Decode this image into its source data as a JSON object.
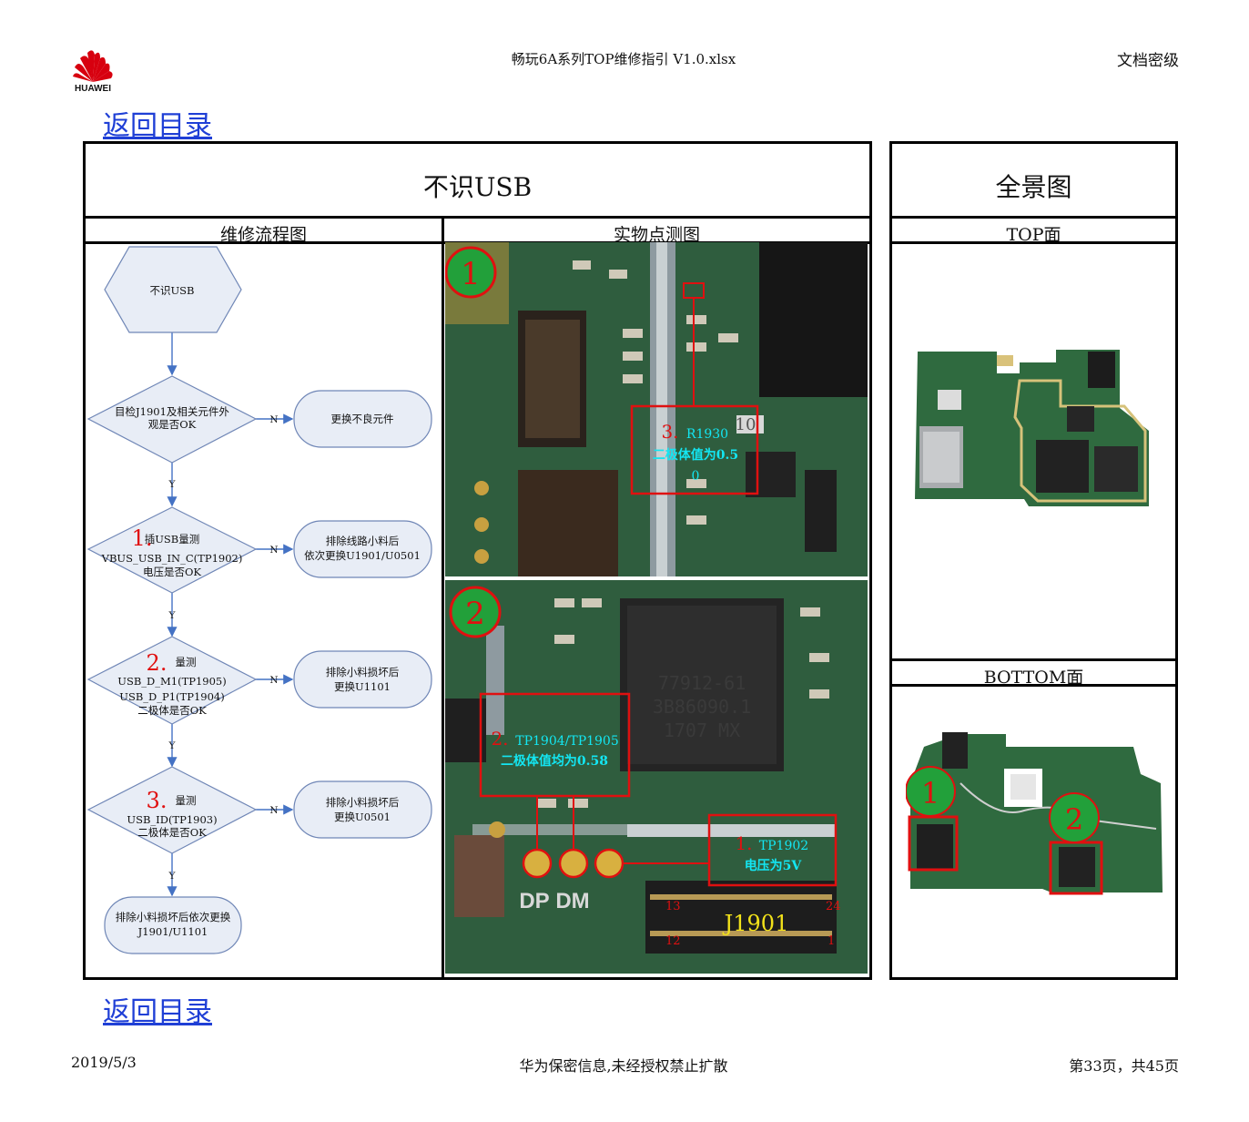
{
  "header": {
    "title": "畅玩6A系列TOP维修指引 V1.0.xlsx",
    "classification": "文档密级",
    "logo_text": "HUAWEI"
  },
  "nav": {
    "back_top": "返回目录",
    "back_bottom": "返回目录"
  },
  "main": {
    "title": "不识USB",
    "col_flow": "维修流程图",
    "col_photo": "实物点测图"
  },
  "side": {
    "title": "全景图",
    "top_label": "TOP面",
    "bottom_label": "BOTTOM面",
    "markers": [
      "1",
      "2"
    ]
  },
  "flow": {
    "start": "不识USB",
    "d1": [
      "目检J1901及相关元件外",
      "观是否OK"
    ],
    "d1_action": "更换不良元件",
    "d2_num": "1.",
    "d2": [
      "插USB量测",
      "VBUS_USB_IN_C(TP1902)",
      "电压是否OK"
    ],
    "d2_action": [
      "排除线路小料后",
      "依次更换U1901/U0501"
    ],
    "d3_num": "2.",
    "d3": [
      "量测",
      "USB_D_M1(TP1905)",
      "USB_D_P1(TP1904)",
      "二极体是否OK"
    ],
    "d3_action": [
      "排除小料损坏后",
      "更换U1101"
    ],
    "d4_num": "3.",
    "d4": [
      "量测",
      "USB_ID(TP1903)",
      "二极体是否OK"
    ],
    "d4_action": [
      "排除小料损坏后",
      "更换U0501"
    ],
    "end": [
      "排除小料损坏后依次更换",
      "J1901/U1101"
    ],
    "yes": "Y",
    "no": "N"
  },
  "photo1": {
    "marker": "1",
    "label_num": "3.",
    "label": [
      "R1930",
      "二极体值为0.5",
      "0"
    ],
    "chip_text": [
      "10"
    ]
  },
  "photo2": {
    "marker": "2",
    "chip_text": [
      "77912-61",
      "3B86090.1",
      "1707  MX"
    ],
    "label2_num": "2.",
    "label2": [
      "TP1904/TP1905",
      "二极体值均为0.58"
    ],
    "label1_num": "1.",
    "label1": [
      "TP1902",
      "电压为5V"
    ],
    "silk": [
      "DP",
      "DM"
    ],
    "connector": "J1901",
    "pins": [
      "13",
      "24",
      "12",
      "1"
    ]
  },
  "footer": {
    "date": "2019/5/3",
    "notice": "华为保密信息,未经授权禁止扩散",
    "page": "第33页，共45页"
  },
  "colors": {
    "link": "#1f3fd6",
    "flow_fill": "#e8edf6",
    "flow_stroke": "#6f86b6",
    "arrow": "#4472c4",
    "red": "#e01010",
    "cyan": "#13e6f2",
    "marker_green": "#1aa23a",
    "pcb": "#2c5a3b"
  }
}
